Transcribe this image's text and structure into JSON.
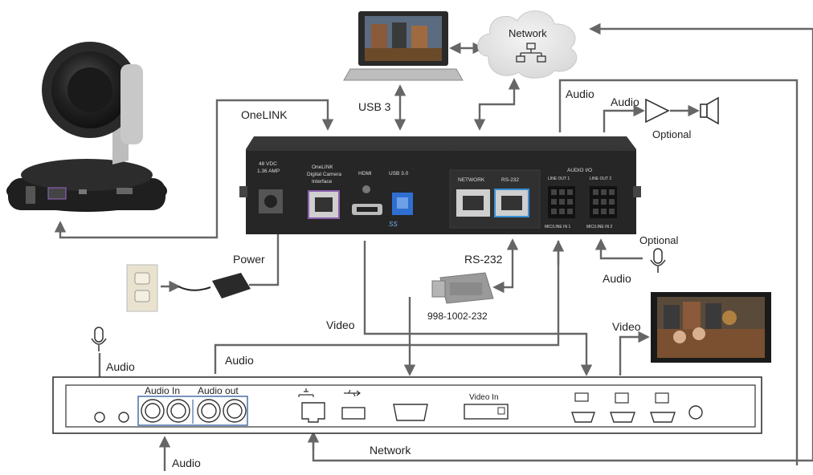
{
  "labels": {
    "onelink": "OneLINK",
    "usb3": "USB 3",
    "network_cloud": "Network",
    "audio_top": "Audio",
    "audio_amp": "Audio",
    "optional_speaker": "Optional",
    "optional_mic": "Optional",
    "audio_mic": "Audio",
    "power": "Power",
    "rs232": "RS-232",
    "adapter_part": "998-1002-232",
    "video_left": "Video",
    "video_right": "Video",
    "audio_codec_top": "Audio",
    "audio_left_mic": "Audio",
    "network_bottom": "Network",
    "audio_bottom": "Audio"
  },
  "interface_box": {
    "power_label_1": "48 VDC",
    "power_label_2": "1.36 AMP",
    "onelink_label_1": "OneLINK",
    "onelink_label_2": "Digital Camera",
    "onelink_label_3": "Interface",
    "hdmi_label": "HDMI",
    "usb_label": "USB 3.0",
    "ss_logo": "SS",
    "network_label": "NETWORK",
    "rs232_label": "RS-232",
    "audio_io_label": "AUDIO I/O",
    "line_out_1": "LINE OUT 1",
    "line_out_2": "LINE OUT 2",
    "mic_line_1": "MIC/LINE IN 1",
    "mic_line_2": "MIC/LINE IN 2"
  },
  "codec_panel": {
    "audio_in": "Audio In",
    "audio_out": "Audio out",
    "video_in": "Video In"
  },
  "colors": {
    "wire": "#666666",
    "device_body": "#2a2a2a",
    "onelink_port": "#8a5fb0",
    "usb_port": "#2f6fd1",
    "rs232_port": "#3a8fd6",
    "audio_panel_outline": "#4a6fa8"
  }
}
